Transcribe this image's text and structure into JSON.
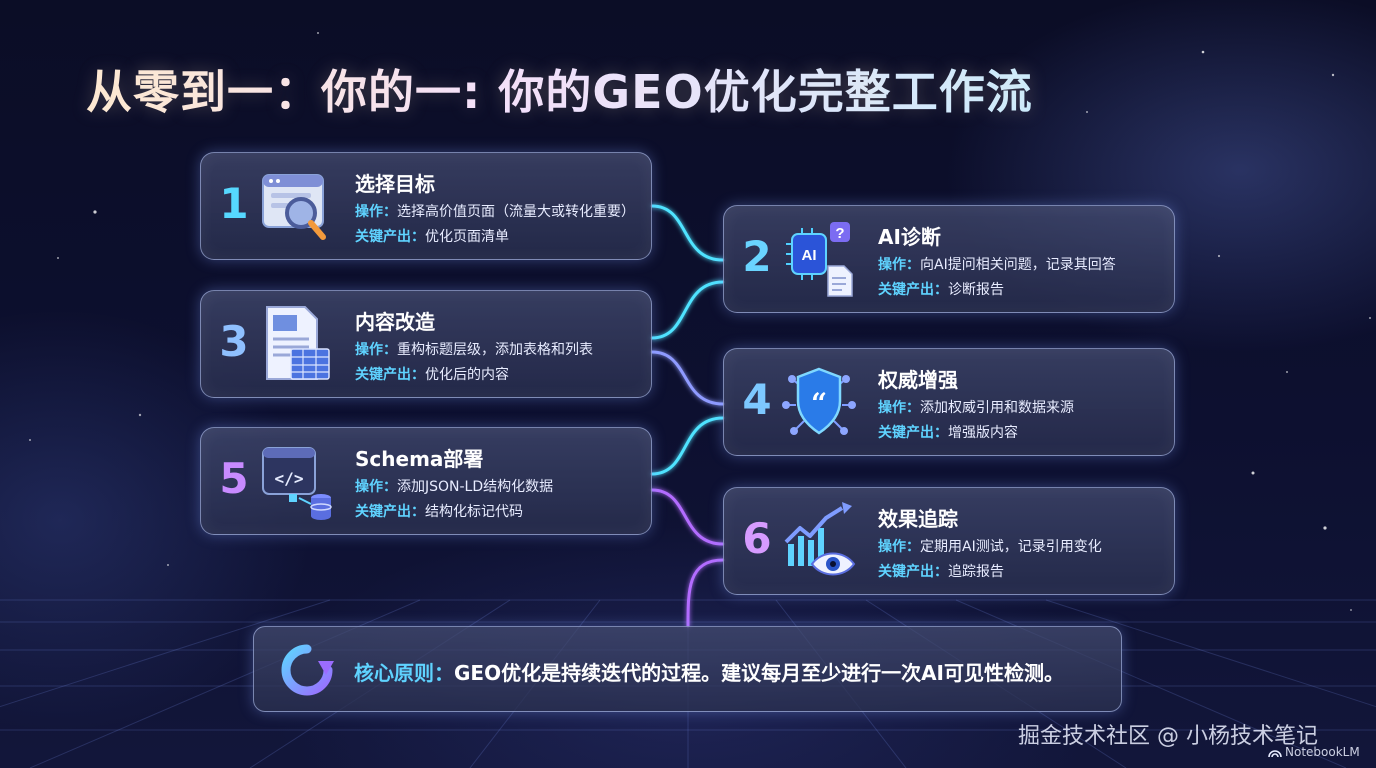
{
  "title": "从零到一：你的一: 你的GEO优化完整工作流",
  "colors": {
    "label": "#5fd3ff",
    "num_1": "#56d8ff",
    "num_2": "#6ad4ff",
    "num_3": "#8fc0ff",
    "num_4": "#7dc8ff",
    "num_5": "#c88bff",
    "num_6": "#d69bff",
    "connector_cyan": "#4fe3ff",
    "connector_purple": "#b36cff"
  },
  "steps": [
    {
      "num": "1",
      "heading": "选择目标",
      "op_label": "操作：",
      "op": "选择高价值页面（流量大或转化重要）",
      "out_label": "关键产出：",
      "out": "优化页面清单",
      "icon": "browser-magnifier-icon"
    },
    {
      "num": "2",
      "heading": "AI诊断",
      "op_label": "操作：",
      "op": "向AI提问相关问题，记录其回答",
      "out_label": "关键产出：",
      "out": "诊断报告",
      "icon": "ai-chip-question-icon"
    },
    {
      "num": "3",
      "heading": "内容改造",
      "op_label": "操作：",
      "op": "重构标题层级，添加表格和列表",
      "out_label": "关键产出：",
      "out": "优化后的内容",
      "icon": "document-table-icon"
    },
    {
      "num": "4",
      "heading": "权威增强",
      "op_label": "操作：",
      "op": "添加权威引用和数据来源",
      "out_label": "关键产出：",
      "out": "增强版内容",
      "icon": "shield-quote-icon"
    },
    {
      "num": "5",
      "heading": "Schema部署",
      "op_label": "操作：",
      "op": "添加JSON-LD结构化数据",
      "out_label": "关键产出：",
      "out": "结构化标记代码",
      "icon": "code-database-icon"
    },
    {
      "num": "6",
      "heading": "效果追踪",
      "op_label": "操作：",
      "op": "定期用AI测试，记录引用变化",
      "out_label": "关键产出：",
      "out": "追踪报告",
      "icon": "trend-eye-icon"
    }
  ],
  "principle": {
    "label": "核心原则：",
    "text": "GEO优化是持续迭代的过程。建议每月至少进行一次AI可见性检测。",
    "icon": "cycle-arrow-icon"
  },
  "watermark": "掘金技术社区 @ 小杨技术笔记",
  "brand": "NotebookLM"
}
